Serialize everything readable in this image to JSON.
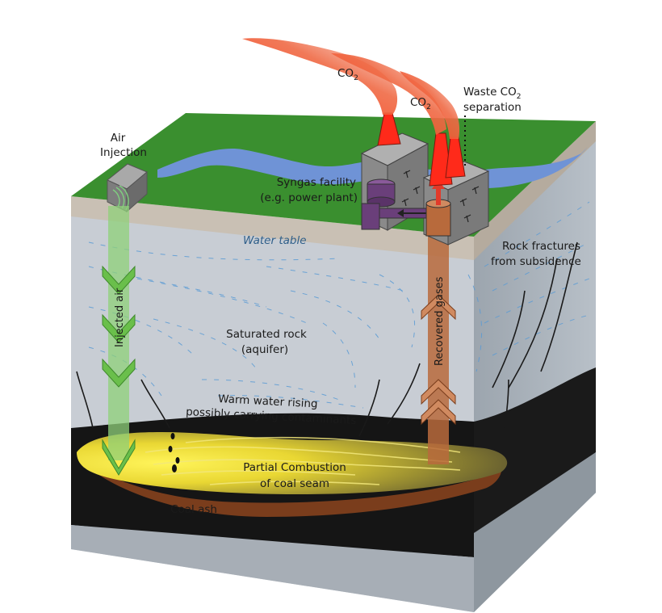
{
  "labels": {
    "co2_left": "CO",
    "co2_left_sub": "2",
    "co2_right": "CO",
    "co2_right_sub": "2",
    "waste_line1": "Waste CO",
    "waste_sub": "2",
    "waste_line2": "separation",
    "air_line1": "Air",
    "air_line2": "Injection",
    "syngas_line1": "Syngas facility",
    "syngas_line2": "(e.g. power plant)",
    "water_table": "Water table",
    "rock_fractures_line1": "Rock fractures",
    "rock_fractures_line2": "from subsidence",
    "injected_air": "Injected air",
    "recovered_gases": "Recovered gases",
    "saturated_line1": "Saturated rock",
    "saturated_line2": "(aquifer)",
    "warm_line1": "Warm water rising",
    "warm_line2": "possibly carrying contaminants",
    "combustion_line1": "Partial Combustion",
    "combustion_line2": "of coal seam",
    "coal_ash": "Coal ash"
  },
  "colors": {
    "grass": "#3a8f2f",
    "river": "#6f93d6",
    "soil": "#c9c0b4",
    "aquifer_front": "#c8cdd4",
    "aquifer_side": "#9aa3ad",
    "coal": "#151515",
    "ash": "#7a3d1c",
    "combustion": "#e7d430",
    "smoke": "#e8583a",
    "building": "#8d8d8d",
    "purple": "#6a3f7a",
    "pipe_brown": "#b86a3c"
  }
}
